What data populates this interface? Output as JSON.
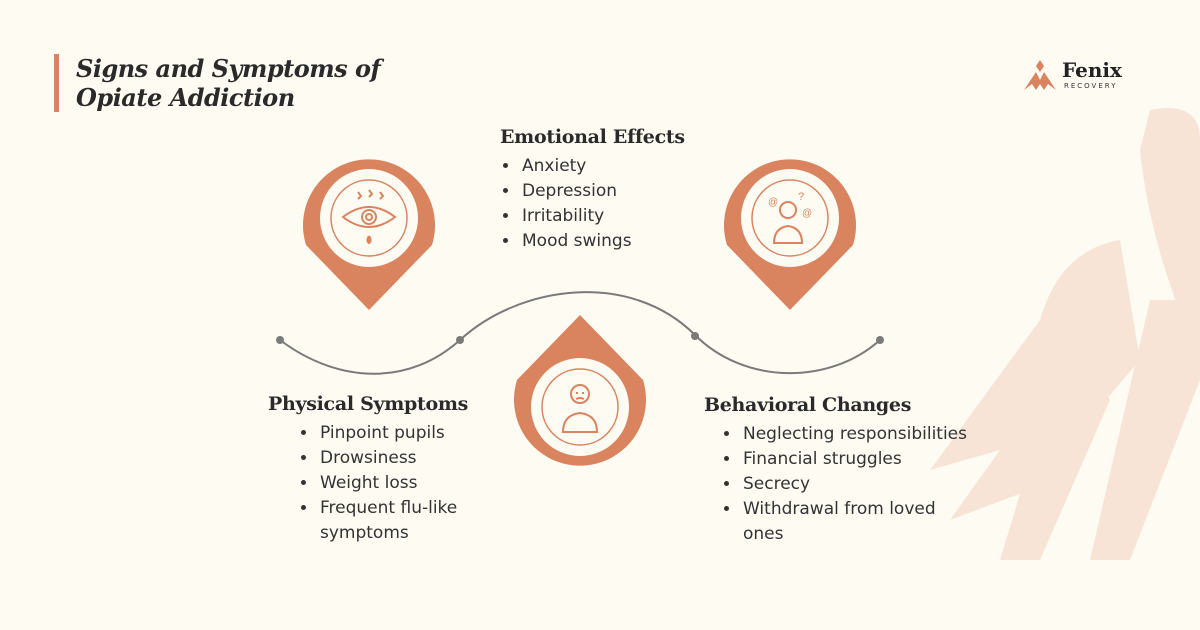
{
  "title": {
    "line1": "Signs and Symptoms of",
    "line2": "Opiate Addiction"
  },
  "logo": {
    "name": "Fenix",
    "sub": "RECOVERY"
  },
  "colors": {
    "accent": "#D9845E",
    "background": "#FEFBF3",
    "watermark": "#F7E4D6"
  },
  "emotional": {
    "heading": "Emotional Effects",
    "items": [
      "Anxiety",
      "Depression",
      "Irritability",
      "Mood swings"
    ],
    "icon": "stressed-eye-icon"
  },
  "physical": {
    "heading": "Physical Symptoms",
    "items": [
      "Pinpoint pupils",
      "Drowsiness",
      "Weight loss",
      "Frequent flu-like symptoms"
    ],
    "icon": "sick-person-icon"
  },
  "behavioral": {
    "heading": "Behavioral Changes",
    "items": [
      "Neglecting responsibilities",
      "Financial struggles",
      "Secrecy",
      "Withdrawal from loved ones"
    ],
    "icon": "confused-person-icon"
  }
}
